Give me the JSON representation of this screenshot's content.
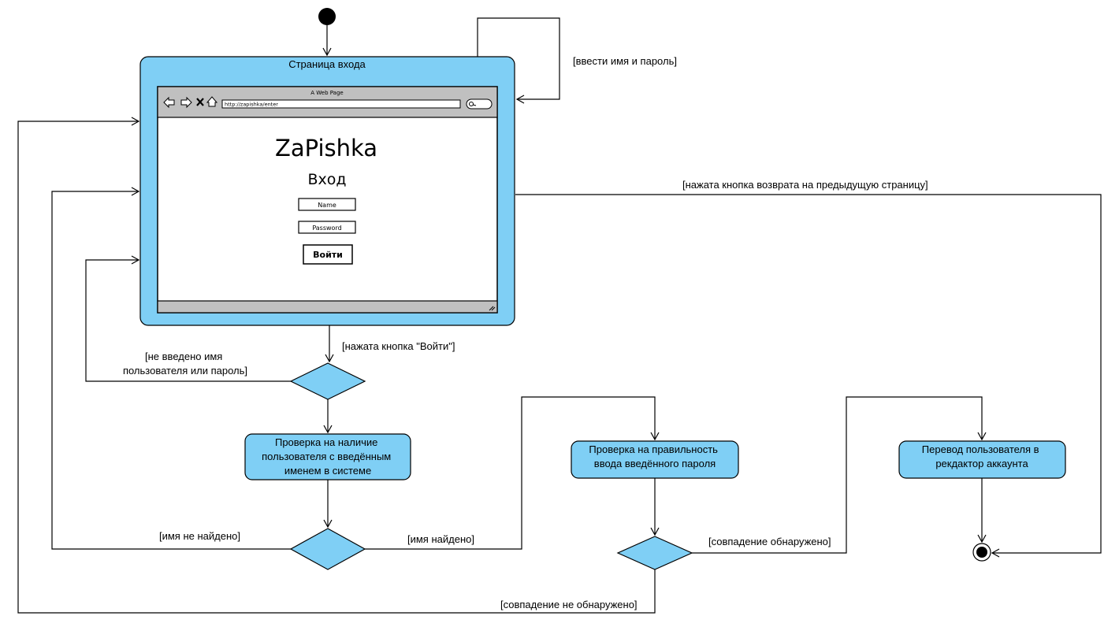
{
  "colors": {
    "node_fill": "#7fcff5",
    "frame_fill": "#7fcff5",
    "browser_bar": "#c0c0c0",
    "line": "#000000"
  },
  "login_frame": {
    "title": "Страница входа",
    "browser": {
      "window_title": "A Web Page",
      "url": "http://zapishka/enter",
      "nav_icons": [
        "back-arrow-icon",
        "forward-arrow-icon",
        "stop-icon",
        "home-icon",
        "search-icon"
      ],
      "app_name": "ZaPishka",
      "heading": "Вход",
      "name_field": "Name",
      "password_field": "Password",
      "login_button": "Войти"
    }
  },
  "nodes": {
    "check_user": [
      "Проверка на наличие",
      "пользователя с введённым",
      "именем в системе"
    ],
    "check_password": [
      "Проверка на правильность",
      "ввода введённого пароля"
    ],
    "redirect": [
      "Перевод пользователя в",
      "рекдактор аккаунта"
    ]
  },
  "edge_labels": {
    "enter_credentials": "[ввести имя и пароль]",
    "back_pressed": "[нажата кнопка возврата на предыдущую страницу]",
    "login_pressed": "[нажата кнопка \"Войти\"]",
    "empty_fields_line1": "[не введено имя",
    "empty_fields_line2": "пользователя или пароль]",
    "name_not_found": "[имя не найдено]",
    "name_found": "[имя найдено]",
    "match_found": "[совпадение обнаружено]",
    "match_not_found": "[совпадение не обнаружено]"
  }
}
